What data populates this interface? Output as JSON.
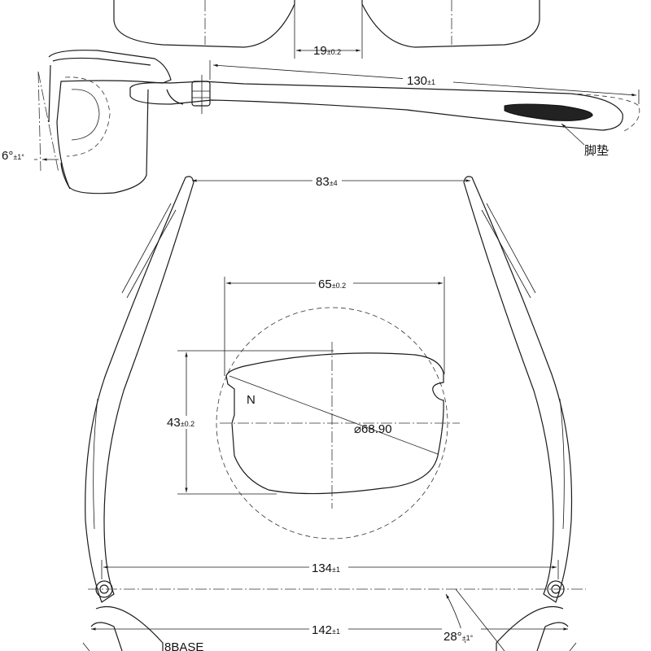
{
  "dimensions": {
    "bridge": {
      "value": "19",
      "tol": "±0.2"
    },
    "temple_length": {
      "value": "130",
      "tol": "±1"
    },
    "pantoscopic": {
      "value": "6°",
      "tol": "±1°"
    },
    "temple_tip_span": {
      "value": "83",
      "tol": "±4"
    },
    "lens_width": {
      "value": "65",
      "tol": "±0.2"
    },
    "lens_height": {
      "value": "43",
      "tol": "±0.2"
    },
    "lens_diameter": {
      "value": "⌀68.90"
    },
    "hinge_span": {
      "value": "134",
      "tol": "±1"
    },
    "front_width": {
      "value": "142",
      "tol": "±1"
    },
    "wrap_angle": {
      "value": "28°",
      "tol": "±1°"
    }
  },
  "labels": {
    "nose_side_mark": "N",
    "ear_pad": "脚垫",
    "base_curve": "8BASE"
  }
}
